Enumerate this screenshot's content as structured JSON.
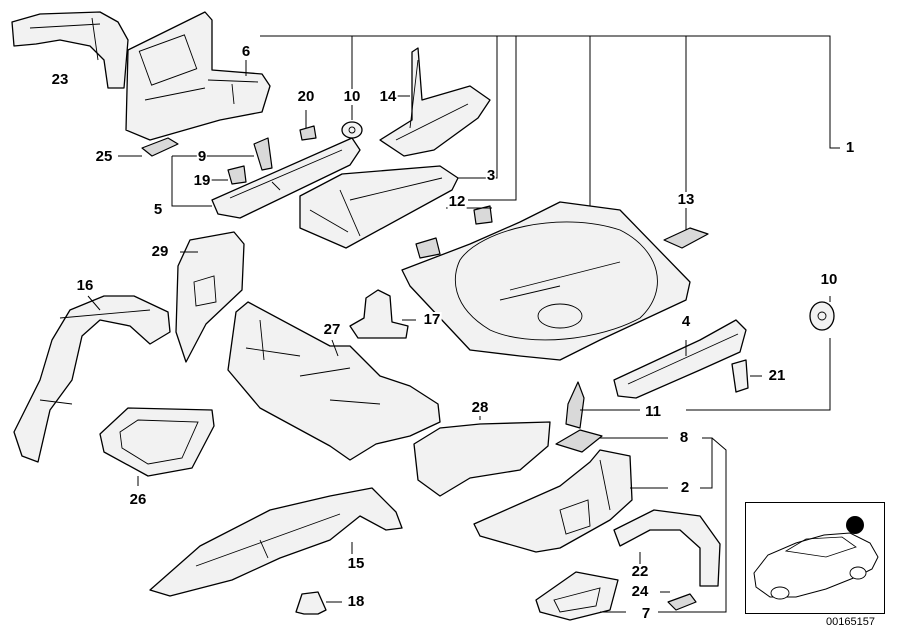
{
  "diagram": {
    "figure_id": "00165157",
    "callouts": [
      "1",
      "2",
      "3",
      "4",
      "5",
      "6",
      "7",
      "8",
      "9",
      "10",
      "10",
      "11",
      "12",
      "13",
      "14",
      "15",
      "16",
      "17",
      "18",
      "19",
      "20",
      "21",
      "22",
      "23",
      "24",
      "25",
      "26",
      "27",
      "28",
      "29"
    ]
  },
  "colors": {
    "line": "#000000",
    "part_fill": "#f2f2f2",
    "background": "#ffffff"
  }
}
